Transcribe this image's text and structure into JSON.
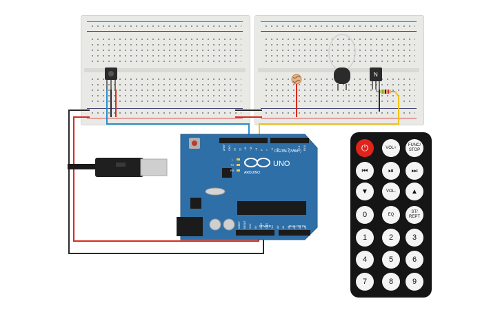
{
  "arduino": {
    "brand": "ARDUINO",
    "model": "UNO",
    "digital_label": "DIGITAL (PWM~)",
    "power_label": "POWER",
    "analog_label": "ANALOG IN",
    "led_l": "L",
    "led_tx": "TX",
    "led_rx": "RX",
    "on_label": "ON",
    "top_pins": [
      "AREF",
      "GND",
      "13",
      "12",
      "~11",
      "~10",
      "~9",
      "8",
      "7",
      "~6",
      "~5",
      "4",
      "~3",
      "2",
      "TX 1",
      "RX 0"
    ],
    "bottom_pins": [
      "IOREF",
      "RESET",
      "3.3V",
      "5V",
      "GND",
      "GND",
      "Vin",
      "A0",
      "A1",
      "A2",
      "A3",
      "A4",
      "A5"
    ]
  },
  "components": {
    "npn_left_label": "",
    "npn_right_label": "N"
  },
  "remote": {
    "buttons": [
      {
        "label": "⏻",
        "kind": "power"
      },
      {
        "label": "VOL+",
        "kind": "small"
      },
      {
        "label": "FUNC/ STOP",
        "kind": "small"
      },
      {
        "label": "⏮",
        "kind": "icon"
      },
      {
        "label": "⏯",
        "kind": "icon"
      },
      {
        "label": "⏭",
        "kind": "icon"
      },
      {
        "label": "▼",
        "kind": "icon"
      },
      {
        "label": "VOL-",
        "kind": "small"
      },
      {
        "label": "▲",
        "kind": "icon"
      },
      {
        "label": "0",
        "kind": "num"
      },
      {
        "label": "EQ",
        "kind": "small"
      },
      {
        "label": "ST/ REPT",
        "kind": "small"
      },
      {
        "label": "1",
        "kind": "num"
      },
      {
        "label": "2",
        "kind": "num"
      },
      {
        "label": "3",
        "kind": "num"
      },
      {
        "label": "4",
        "kind": "num"
      },
      {
        "label": "5",
        "kind": "num"
      },
      {
        "label": "6",
        "kind": "num"
      },
      {
        "label": "7",
        "kind": "num"
      },
      {
        "label": "8",
        "kind": "num"
      },
      {
        "label": "9",
        "kind": "num"
      }
    ]
  },
  "colors": {
    "board_blue": "#2f6fa7",
    "wire_red": "#d62a1e",
    "wire_black": "#2a2a2a",
    "wire_blue": "#2a8fd0",
    "wire_yellow": "#f0c419",
    "breadboard": "#e9e9e6",
    "remote_body": "#151515",
    "power_button": "#e0241b"
  }
}
